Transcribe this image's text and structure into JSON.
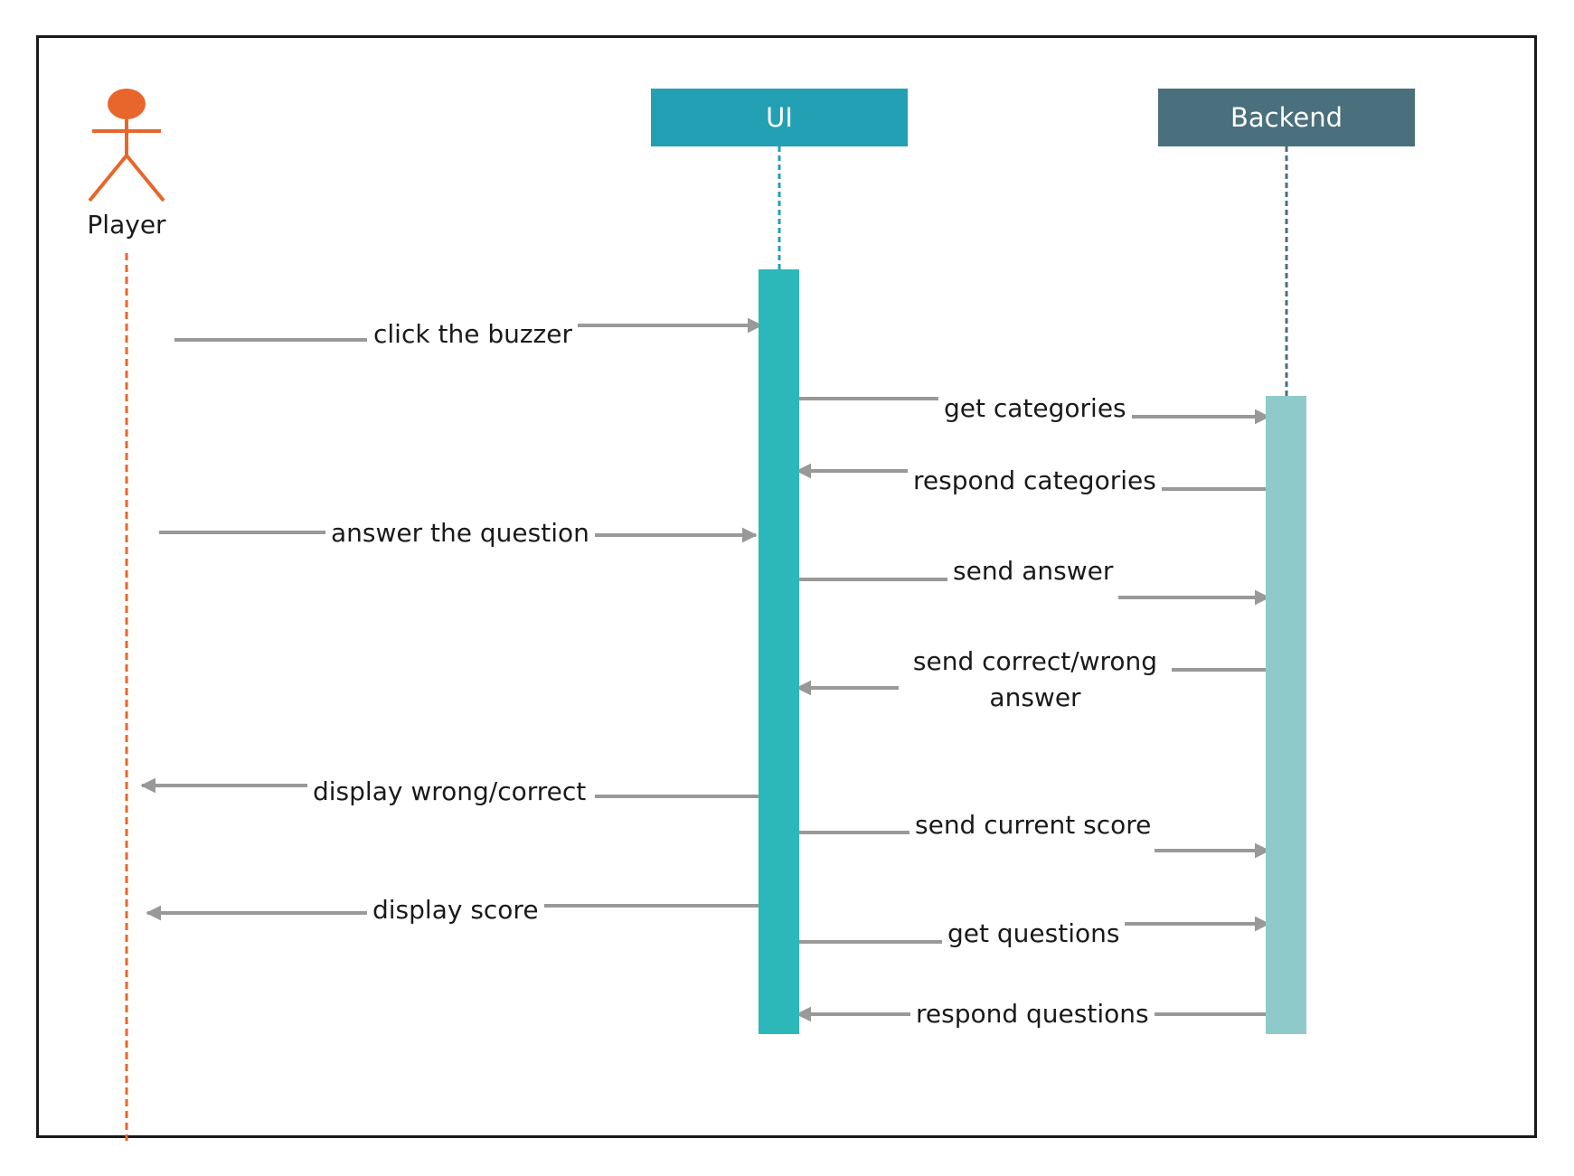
{
  "diagram": {
    "participants": {
      "actor": {
        "label": "Player",
        "color": "#e8662b"
      },
      "ui": {
        "label": "UI",
        "color": "#23a0b3"
      },
      "backend": {
        "label": "Backend",
        "color": "#4a6f7d"
      }
    },
    "activation_colors": {
      "ui": "#2cb8b8",
      "backend": "#8ecaca"
    },
    "arrow_color": "#999999",
    "messages": [
      {
        "label": "click the buzzer",
        "from": "Player",
        "to": "UI"
      },
      {
        "label": "get categories",
        "from": "UI",
        "to": "Backend"
      },
      {
        "label": "respond categories",
        "from": "Backend",
        "to": "UI"
      },
      {
        "label": "answer the question",
        "from": "Player",
        "to": "UI"
      },
      {
        "label": "send answer",
        "from": "UI",
        "to": "Backend"
      },
      {
        "label": "send correct/wrong answer",
        "from": "Backend",
        "to": "UI"
      },
      {
        "label": "display wrong/correct",
        "from": "UI",
        "to": "Player"
      },
      {
        "label": "send current score",
        "from": "UI",
        "to": "Backend"
      },
      {
        "label": "display score",
        "from": "UI",
        "to": "Player"
      },
      {
        "label": "get questions",
        "from": "UI",
        "to": "Backend"
      },
      {
        "label": "respond questions",
        "from": "Backend",
        "to": "UI"
      }
    ]
  }
}
